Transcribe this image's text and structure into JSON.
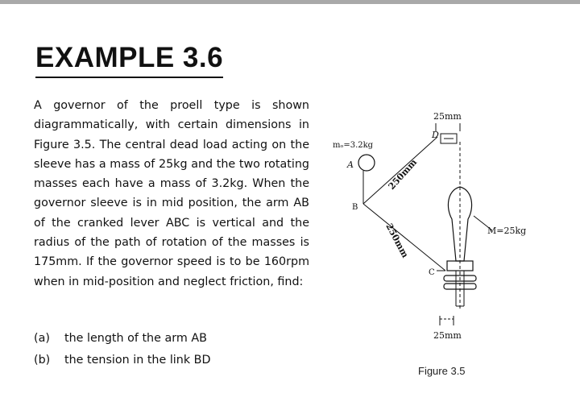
{
  "heading": "EXAMPLE 3.6",
  "paragraph": "A governor of the proell type is shown diagrammatically, with certain dimensions in Figure 3.5. The central dead load acting on the sleeve has a mass of 25kg and the two rotating masses each have a mass of 3.2kg. When the governor sleeve is in mid position, the arm AB of the cranked lever ABC is vertical and the radius of the path of rotation of the masses is 175mm. If the governor speed is to be 160rpm when in mid-position and neglect friction, find:",
  "items": [
    {
      "marker": "(a)",
      "text": "the length of the arm AB"
    },
    {
      "marker": "(b)",
      "text": "the tension in the link BD"
    }
  ],
  "figure": {
    "dim_top": "25mm",
    "dim_bottom": "25mm",
    "mass_label": "mₒ=3.2kg",
    "link_upper": "250mm",
    "link_lower": "250mm",
    "dead_load": "M=25kg",
    "pt_a": "A",
    "pt_b": "B",
    "pt_c": "C",
    "pt_d": "D",
    "caption": "Figure 3.5"
  }
}
